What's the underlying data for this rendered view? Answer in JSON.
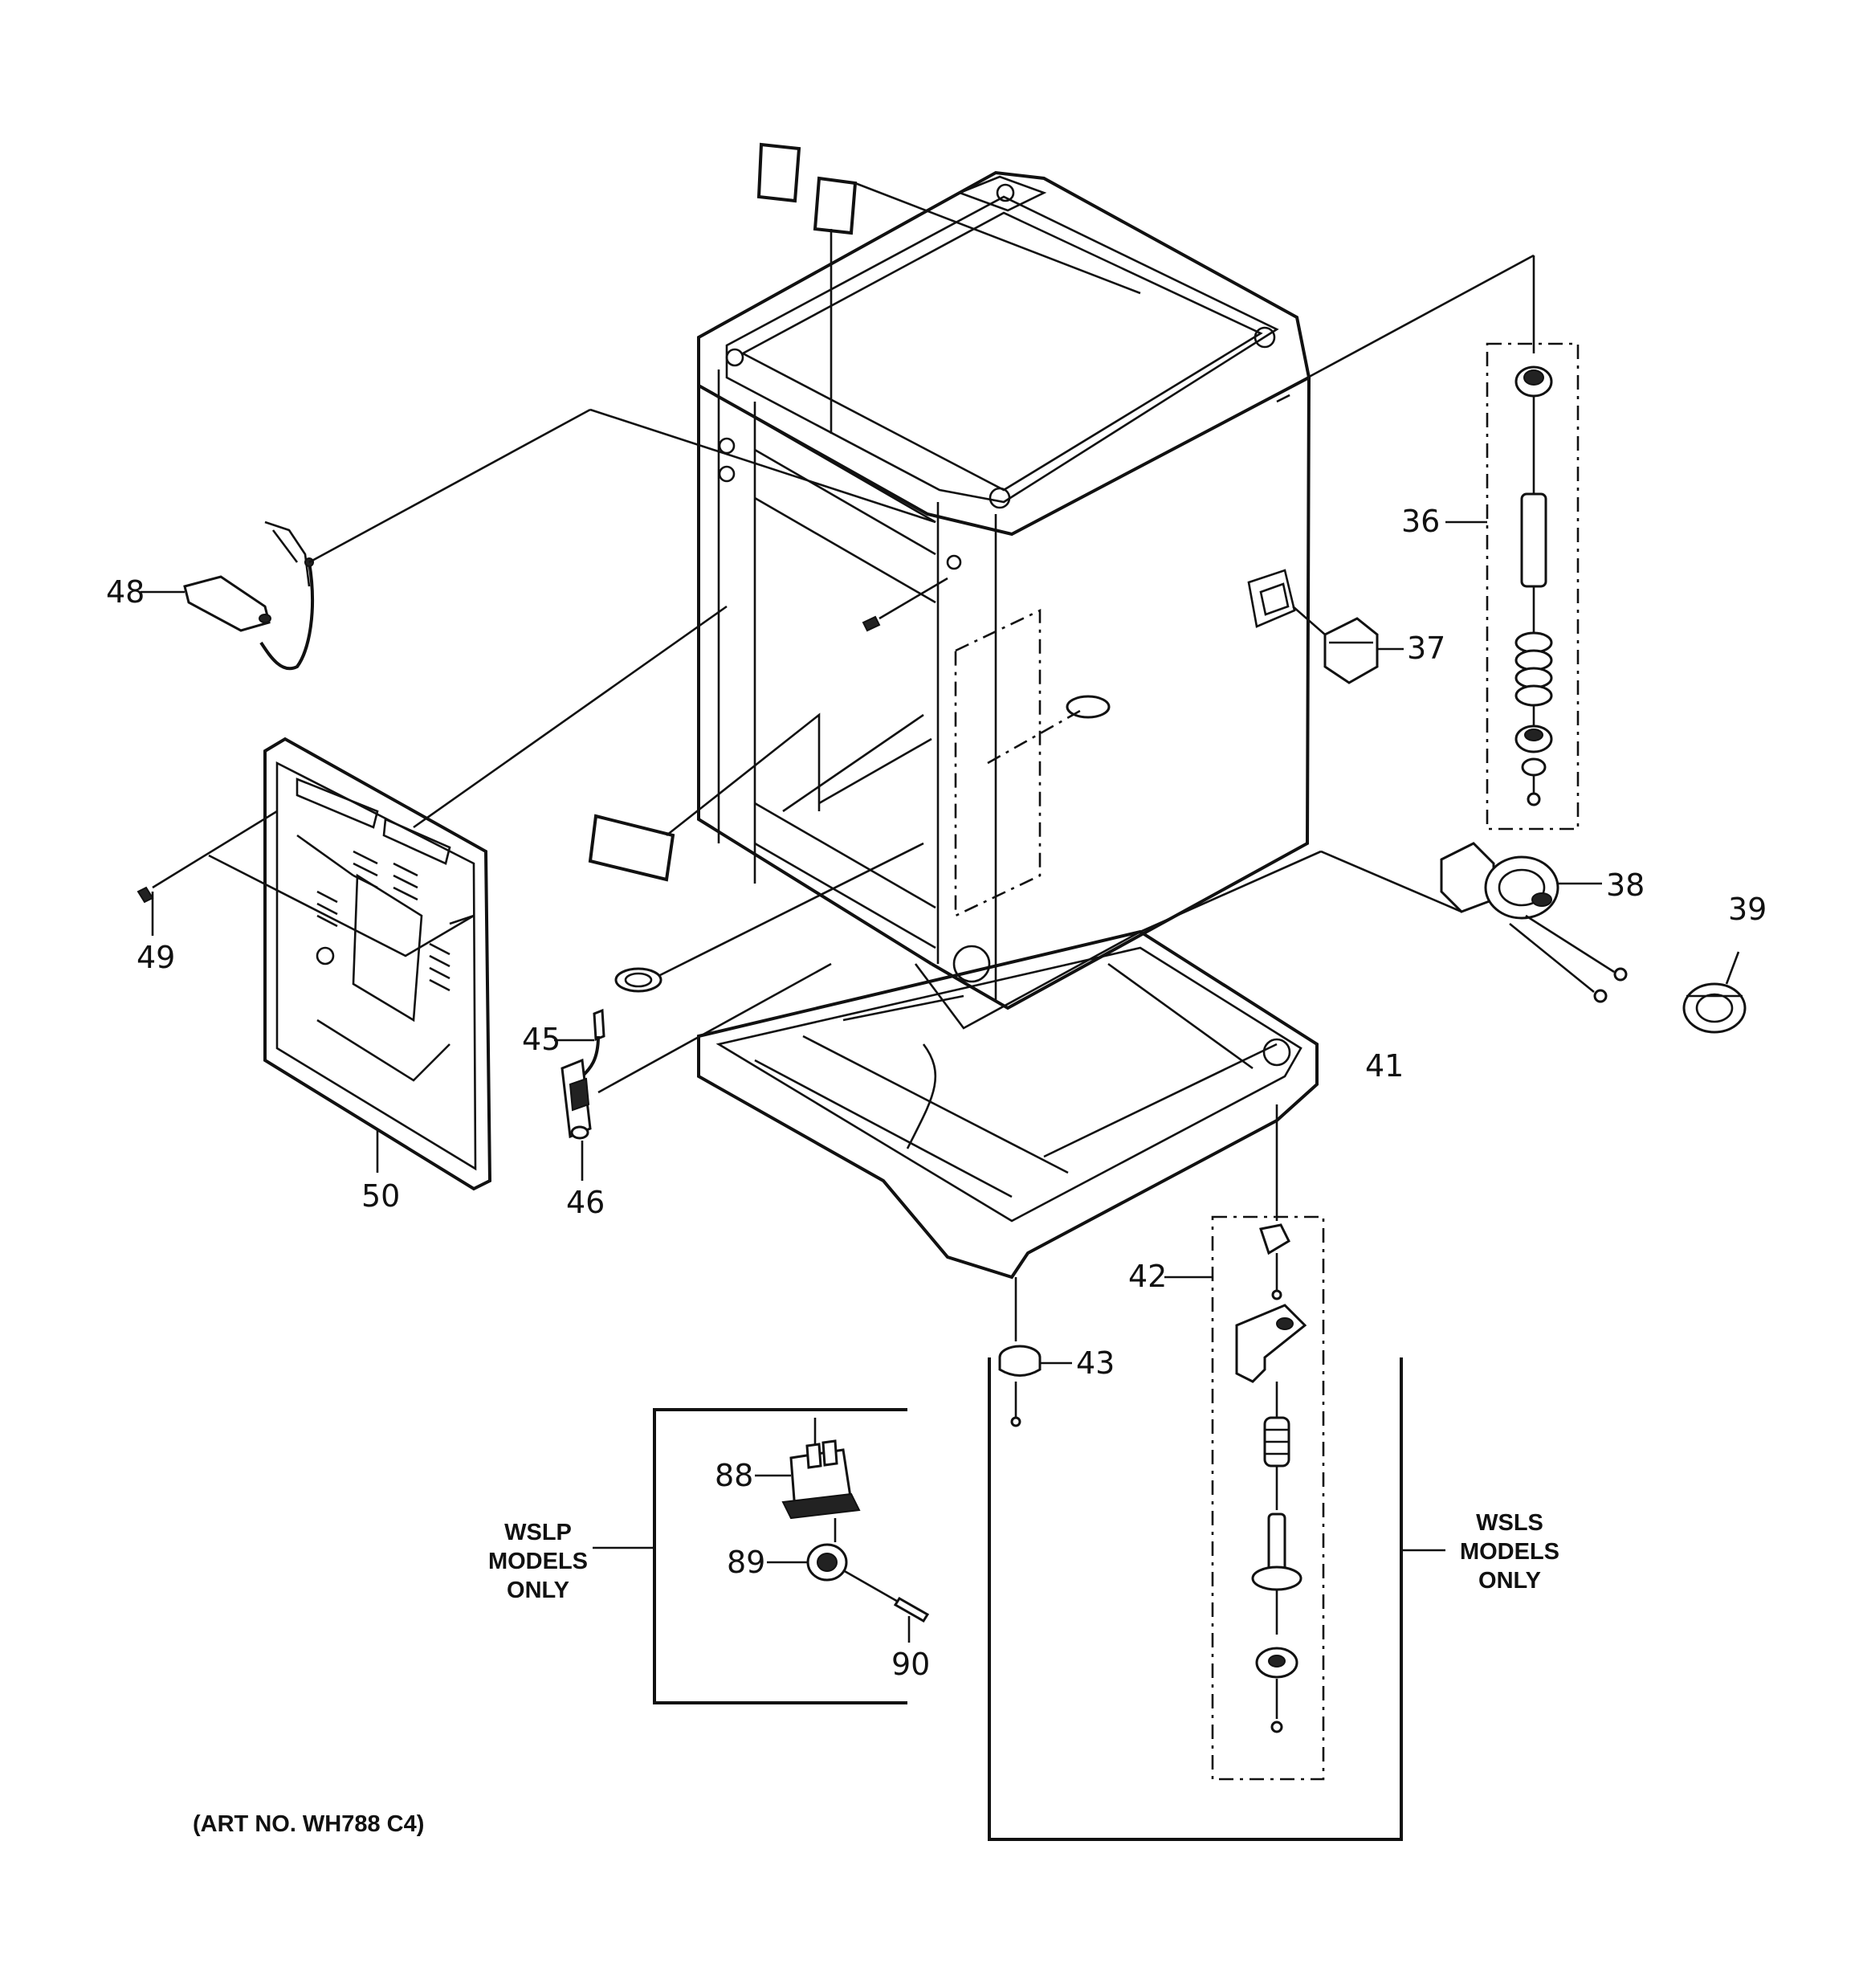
{
  "diagram": {
    "part_labels": {
      "p36": "36",
      "p37": "37",
      "p38": "38",
      "p39": "39",
      "p41": "41",
      "p42": "42",
      "p43": "43",
      "p45": "45",
      "p46": "46",
      "p48": "48",
      "p49": "49",
      "p50": "50",
      "p88": "88",
      "p89": "89",
      "p90": "90"
    },
    "notes": {
      "wslp_line1": "WSLP",
      "wslp_line2": "MODELS",
      "wslp_line3": "ONLY",
      "wsls_line1": "WSLS",
      "wsls_line2": "MODELS",
      "wsls_line3": "ONLY"
    },
    "art_number": "(ART NO. WH788 C4)"
  }
}
